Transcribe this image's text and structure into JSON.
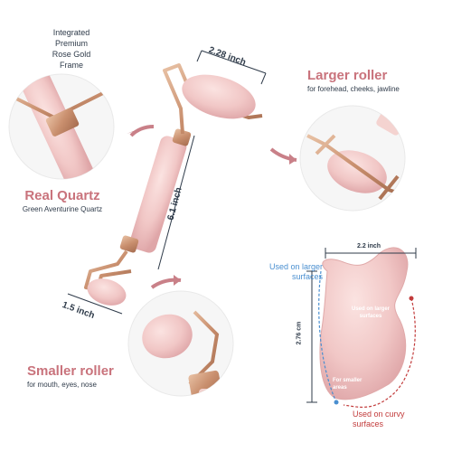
{
  "labels": {
    "frame_line1": "Integrated",
    "frame_line2": "Premium",
    "frame_line3": "Rose Gold",
    "frame_line4": "Frame",
    "larger_title": "Larger roller",
    "larger_sub": "for forehead, cheeks, jawline",
    "quartz_title": "Real Quartz",
    "quartz_sub": "Green Aventurine Quartz",
    "smaller_title": "Smaller roller",
    "smaller_sub": "for mouth, eyes, nose",
    "dim_top": "2.28 inch",
    "dim_length": "6.1 inch",
    "dim_small": "1.5 inch",
    "gua_width": "2.2 inch",
    "gua_height": "2.76 cm",
    "used_larger_line1": "Used on larger",
    "used_larger_line2": "surfaces",
    "inner_larger_line1": "Used on larger",
    "inner_larger_line2": "surfaces",
    "inner_smaller_line1": "For smaller",
    "inner_smaller_line2": "areas",
    "used_curvy_line1": "Used on curvy",
    "used_curvy_line2": "surfaces"
  },
  "colors": {
    "quartz": "#f1c7c6",
    "quartz_dark": "#e2a9aa",
    "gold": "#c98f6e",
    "pink_text": "#c9737c",
    "blue_text": "#4a8fd0",
    "red_text": "#c23b3b",
    "arrow": "#c98088"
  }
}
